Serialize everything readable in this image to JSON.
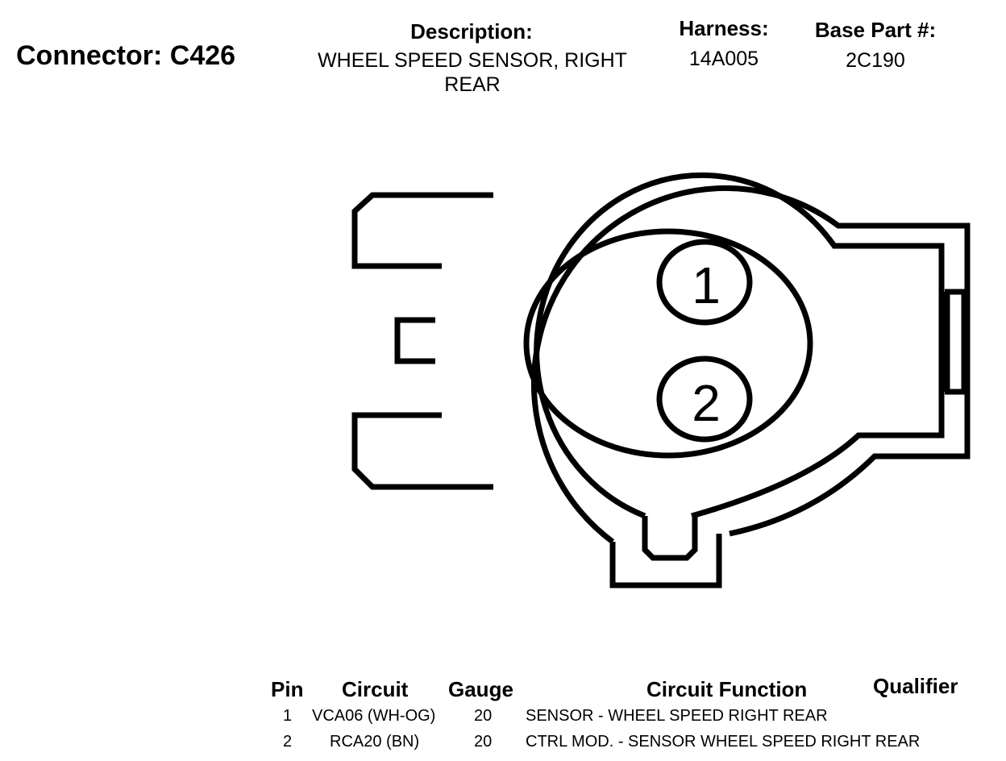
{
  "connector": {
    "label": "Connector:",
    "id": "C426"
  },
  "description": {
    "label": "Description:",
    "value": "WHEEL SPEED SENSOR, RIGHT REAR"
  },
  "harness": {
    "label": "Harness:",
    "value": "14A005"
  },
  "base_part": {
    "label": "Base Part #:",
    "value": "2C190"
  },
  "diagram": {
    "pins": [
      "1",
      "2"
    ]
  },
  "table": {
    "headers": {
      "pin": "Pin",
      "circuit": "Circuit",
      "gauge": "Gauge",
      "function": "Circuit Function",
      "qualifier": "Qualifier"
    },
    "rows": [
      {
        "pin": "1",
        "circuit": "VCA06 (WH-OG)",
        "gauge": "20",
        "function": "SENSOR - WHEEL SPEED RIGHT REAR",
        "qualifier": ""
      },
      {
        "pin": "2",
        "circuit": "RCA20 (BN)",
        "gauge": "20",
        "function": "CTRL MOD. - SENSOR WHEEL SPEED RIGHT REAR",
        "qualifier": ""
      }
    ]
  }
}
